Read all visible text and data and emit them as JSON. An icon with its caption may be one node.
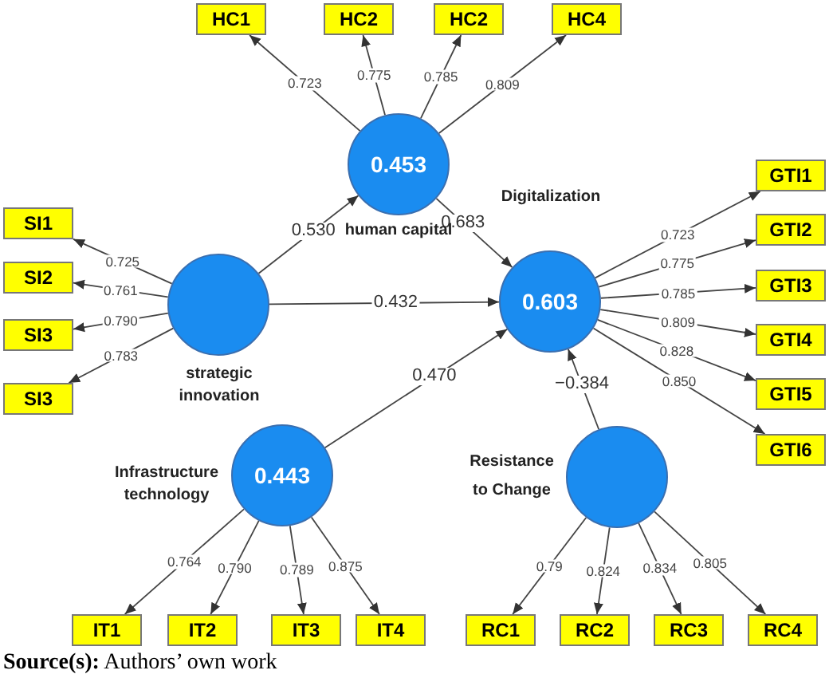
{
  "diagram": {
    "caption": "**Source(s):** Authors’ own work",
    "nodes": [
      {
        "text": [
          "HC1"
        ]
      },
      {
        "text": [
          "HC2"
        ]
      },
      {
        "text": [
          "HC2"
        ]
      },
      {
        "text": [
          "HC4"
        ]
      },
      {
        "text": [
          "0.453"
        ],
        "beside": [
          "human capital"
        ]
      },
      {
        "text": [
          "SI1"
        ]
      },
      {
        "text": [
          "SI2"
        ]
      },
      {
        "text": [
          "SI3"
        ]
      },
      {
        "text": [
          "SI3"
        ]
      },
      {
        "text": [],
        "shape": "circle",
        "beside": [
          "strategic innovation"
        ]
      },
      {
        "text": [
          "0.603"
        ],
        "beside": [
          "Digitalization"
        ]
      },
      {
        "text": [
          "GTI1"
        ]
      },
      {
        "text": [
          "GTI2"
        ]
      },
      {
        "text": [
          "GTI3"
        ]
      },
      {
        "text": [
          "GTI4"
        ]
      },
      {
        "text": [
          "GTI5"
        ]
      },
      {
        "text": [
          "GTI6"
        ]
      },
      {
        "text": [
          "0.443"
        ],
        "beside": [
          "Infrastructure technology"
        ]
      },
      {
        "text": [],
        "shape": "circle",
        "beside": [
          "Resistance to Change"
        ]
      },
      {
        "text": [
          "IT1"
        ]
      },
      {
        "text": [
          "IT2"
        ]
      },
      {
        "text": [
          "IT3"
        ]
      },
      {
        "text": [
          "IT4"
        ]
      },
      {
        "text": [
          "RC1"
        ]
      },
      {
        "text": [
          "RC2"
        ]
      },
      {
        "text": [
          "RC3"
        ]
      },
      {
        "text": [
          "RC4"
        ]
      }
    ],
    "edges": [
      {
        "from": 4,
        "to": 0,
        "arrow": "to",
        "label": "0.723"
      },
      {
        "from": 4,
        "to": 1,
        "arrow": "to",
        "label": "0.775"
      },
      {
        "from": 4,
        "to": 2,
        "arrow": "to",
        "label": "0.785"
      },
      {
        "from": 4,
        "to": 3,
        "arrow": "to",
        "label": "0.809"
      },
      {
        "from": 9,
        "to": 5,
        "arrow": "to",
        "label": "0.725"
      },
      {
        "from": 9,
        "to": 6,
        "arrow": "to",
        "label": "0.761"
      },
      {
        "from": 9,
        "to": 7,
        "arrow": "to",
        "label": "0.790"
      },
      {
        "from": 9,
        "to": 8,
        "arrow": "to",
        "label": "0.783"
      },
      {
        "from": 9,
        "to": 4,
        "arrow": "to",
        "label": "0.530"
      },
      {
        "from": 4,
        "to": 10,
        "arrow": "to",
        "label": "0.683"
      },
      {
        "from": 9,
        "to": 10,
        "arrow": "to",
        "label": "0.432"
      },
      {
        "from": 17,
        "to": 10,
        "arrow": "to",
        "label": "0.470"
      },
      {
        "from": 18,
        "to": 10,
        "arrow": "to",
        "label": "−0.384"
      },
      {
        "from": 10,
        "to": 11,
        "arrow": "to",
        "label": "0.723"
      },
      {
        "from": 10,
        "to": 12,
        "arrow": "to",
        "label": "0.775"
      },
      {
        "from": 10,
        "to": 13,
        "arrow": "to",
        "label": "0.785"
      },
      {
        "from": 10,
        "to": 14,
        "arrow": "to",
        "label": "0.809"
      },
      {
        "from": 10,
        "to": 15,
        "arrow": "to",
        "label": "0.828"
      },
      {
        "from": 10,
        "to": 16,
        "arrow": "to",
        "label": "0.850"
      },
      {
        "from": 17,
        "to": 19,
        "arrow": "to",
        "label": "0.764"
      },
      {
        "from": 17,
        "to": 20,
        "arrow": "to",
        "label": "0.790"
      },
      {
        "from": 17,
        "to": 21,
        "arrow": "to",
        "label": "0.789"
      },
      {
        "from": 17,
        "to": 22,
        "arrow": "to",
        "label": "0.875"
      },
      {
        "from": 18,
        "to": 23,
        "arrow": "to",
        "label": "0.79"
      },
      {
        "from": 18,
        "to": 24,
        "arrow": "to",
        "label": "0.824"
      },
      {
        "from": 18,
        "to": 25,
        "arrow": "to",
        "label": "0.834"
      },
      {
        "from": 18,
        "to": 26,
        "arrow": "to",
        "label": "0.805"
      }
    ]
  }
}
